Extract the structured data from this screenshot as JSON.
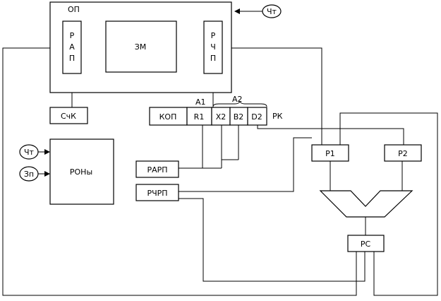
{
  "op_label": "ОП",
  "rap_label": [
    "Р",
    "А",
    "П"
  ],
  "zm_label": "ЗМ",
  "rchp_label": [
    "Р",
    "Ч",
    "П"
  ],
  "chit_label": "Чт",
  "schk_label": "СчК",
  "rk": {
    "kop": "КОП",
    "r1": "R1",
    "x2": "X2",
    "b2": "B2",
    "d2": "D2",
    "name": "РК",
    "a1": "А1",
    "a2": "А2"
  },
  "chit_left_label": "Чт",
  "zap_label": "Зп",
  "rony_label": "РОНы",
  "rarp_label": "РАРП",
  "rchrp_label": "РЧРП",
  "p1_label": "Р1",
  "p2_label": "Р2",
  "rs_label": "РС"
}
